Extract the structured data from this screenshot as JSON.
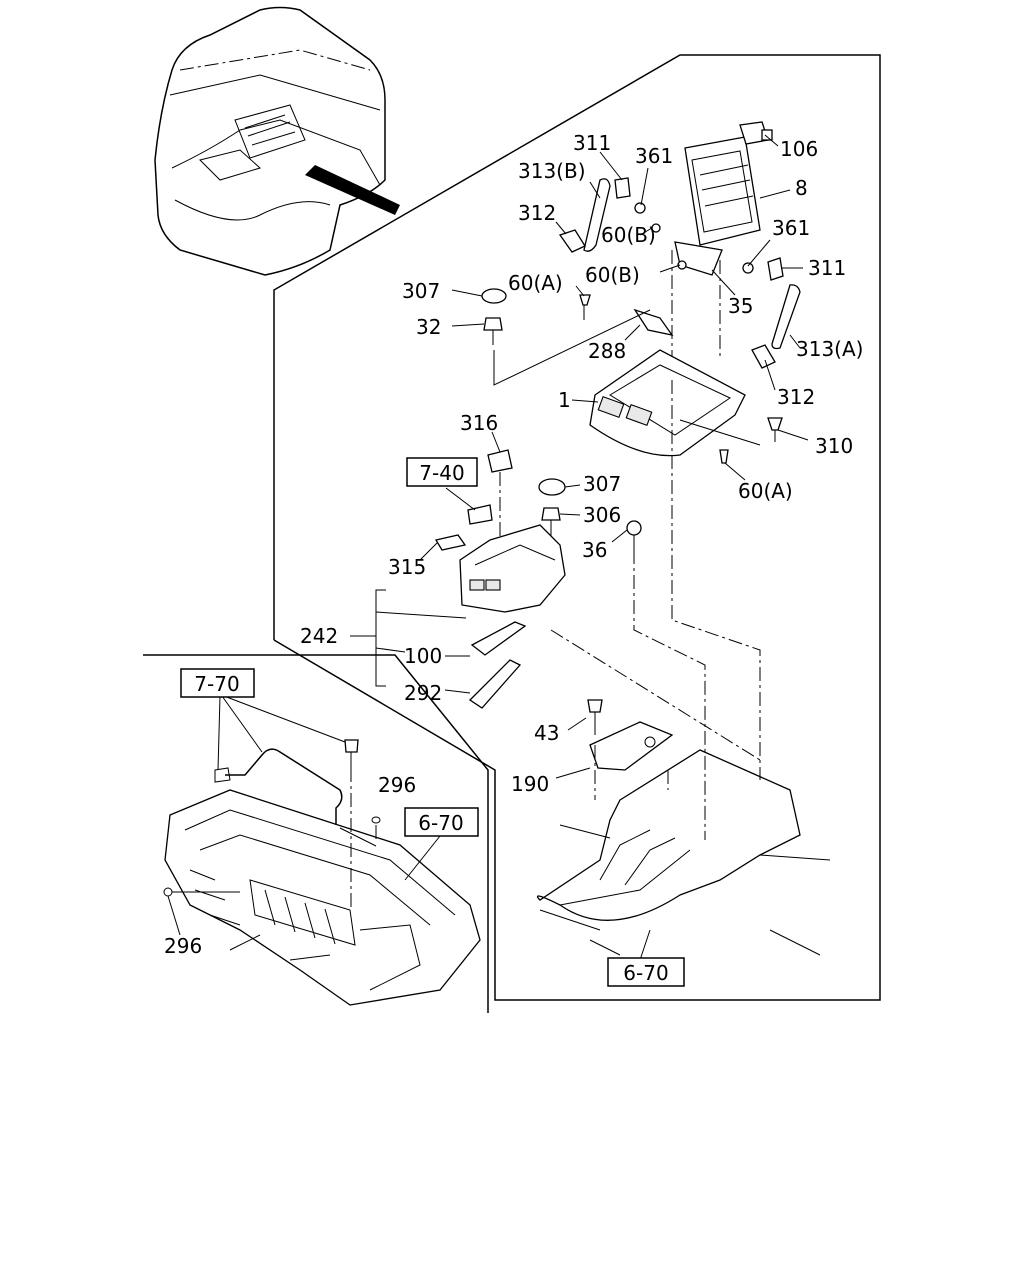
{
  "callouts": {
    "c106": "106",
    "c8": "8",
    "c311a": "311",
    "c361a": "361",
    "c313b": "313(B)",
    "c312a": "312",
    "c60b1": "60(B)",
    "c361b": "361",
    "c311b": "311",
    "c60b2": "60(B)",
    "c35": "35",
    "c307a": "307",
    "c60a1": "60(A)",
    "c32": "32",
    "c288": "288",
    "c313a": "313(A)",
    "c1": "1",
    "c312b": "312",
    "c316": "316",
    "c310": "310",
    "c307b": "307",
    "c60a2": "60(A)",
    "c306": "306",
    "c36": "36",
    "c315": "315",
    "c242": "242",
    "c100": "100",
    "c292": "292",
    "c43": "43",
    "c190": "190",
    "c296a": "296",
    "c296b": "296"
  },
  "refs": {
    "r740": "7-40",
    "r770": "7-70",
    "r670a": "6-70",
    "r670b": "6-70"
  }
}
